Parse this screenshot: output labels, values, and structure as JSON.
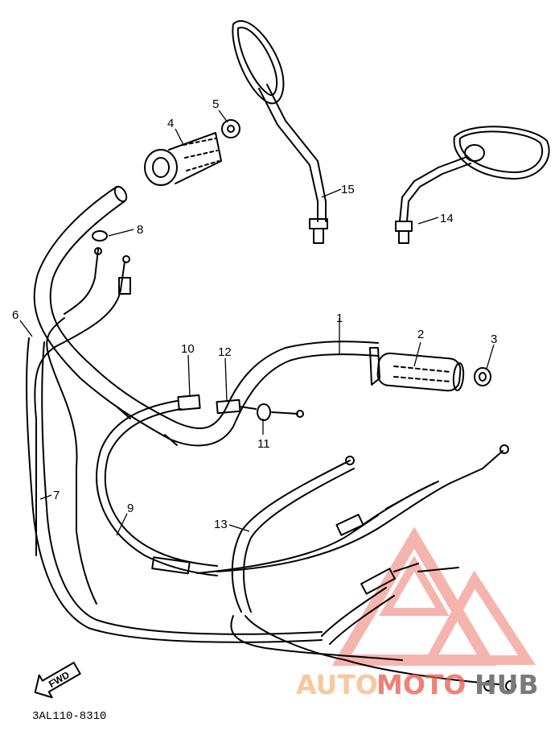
{
  "callouts": [
    {
      "id": "1",
      "label": "1"
    },
    {
      "id": "2",
      "label": "2"
    },
    {
      "id": "3",
      "label": "3"
    },
    {
      "id": "4",
      "label": "4"
    },
    {
      "id": "5",
      "label": "5"
    },
    {
      "id": "6",
      "label": "6"
    },
    {
      "id": "7",
      "label": "7"
    },
    {
      "id": "8",
      "label": "8"
    },
    {
      "id": "9",
      "label": "9"
    },
    {
      "id": "10",
      "label": "10"
    },
    {
      "id": "11",
      "label": "11"
    },
    {
      "id": "12",
      "label": "12"
    },
    {
      "id": "13",
      "label": "13"
    },
    {
      "id": "14",
      "label": "14"
    },
    {
      "id": "15",
      "label": "15"
    }
  ],
  "fwd_label": "FWD",
  "part_code": "3AL110-8310",
  "watermark": {
    "part1": "AUTO",
    "part2": "MOTO",
    "part3": "HUB",
    "color_light": "#f7c9a0",
    "color_red": "#e85a4a",
    "color_gray": "#7a7a7a"
  }
}
